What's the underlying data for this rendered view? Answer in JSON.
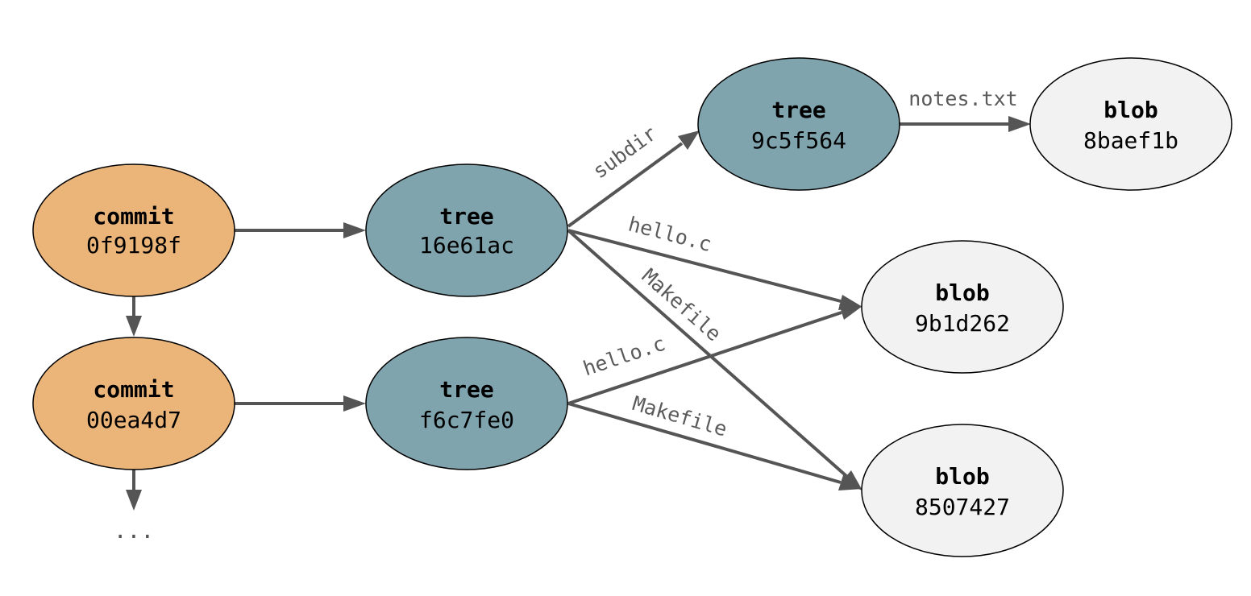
{
  "colors": {
    "commit": "#ebb57a",
    "tree": "#80a4ae",
    "blob": "#f2f2f2",
    "edge": "#555555",
    "edge_label": "#5a5a5a"
  },
  "nodes": {
    "commit1": {
      "type": "commit",
      "hash": "0f9198f"
    },
    "commit2": {
      "type": "commit",
      "hash": "00ea4d7"
    },
    "tree1": {
      "type": "tree",
      "hash": "16e61ac"
    },
    "tree2": {
      "type": "tree",
      "hash": "f6c7fe0"
    },
    "tree3": {
      "type": "tree",
      "hash": "9c5f564"
    },
    "blob1": {
      "type": "blob",
      "hash": "8baef1b"
    },
    "blob2": {
      "type": "blob",
      "hash": "9b1d262"
    },
    "blob3": {
      "type": "blob",
      "hash": "8507427"
    }
  },
  "edges": {
    "subdir": "subdir",
    "notes": "notes.txt",
    "hello1": "hello.c",
    "makefile1": "Makefile",
    "hello2": "hello.c",
    "makefile2": "Makefile"
  },
  "continuation": "..."
}
